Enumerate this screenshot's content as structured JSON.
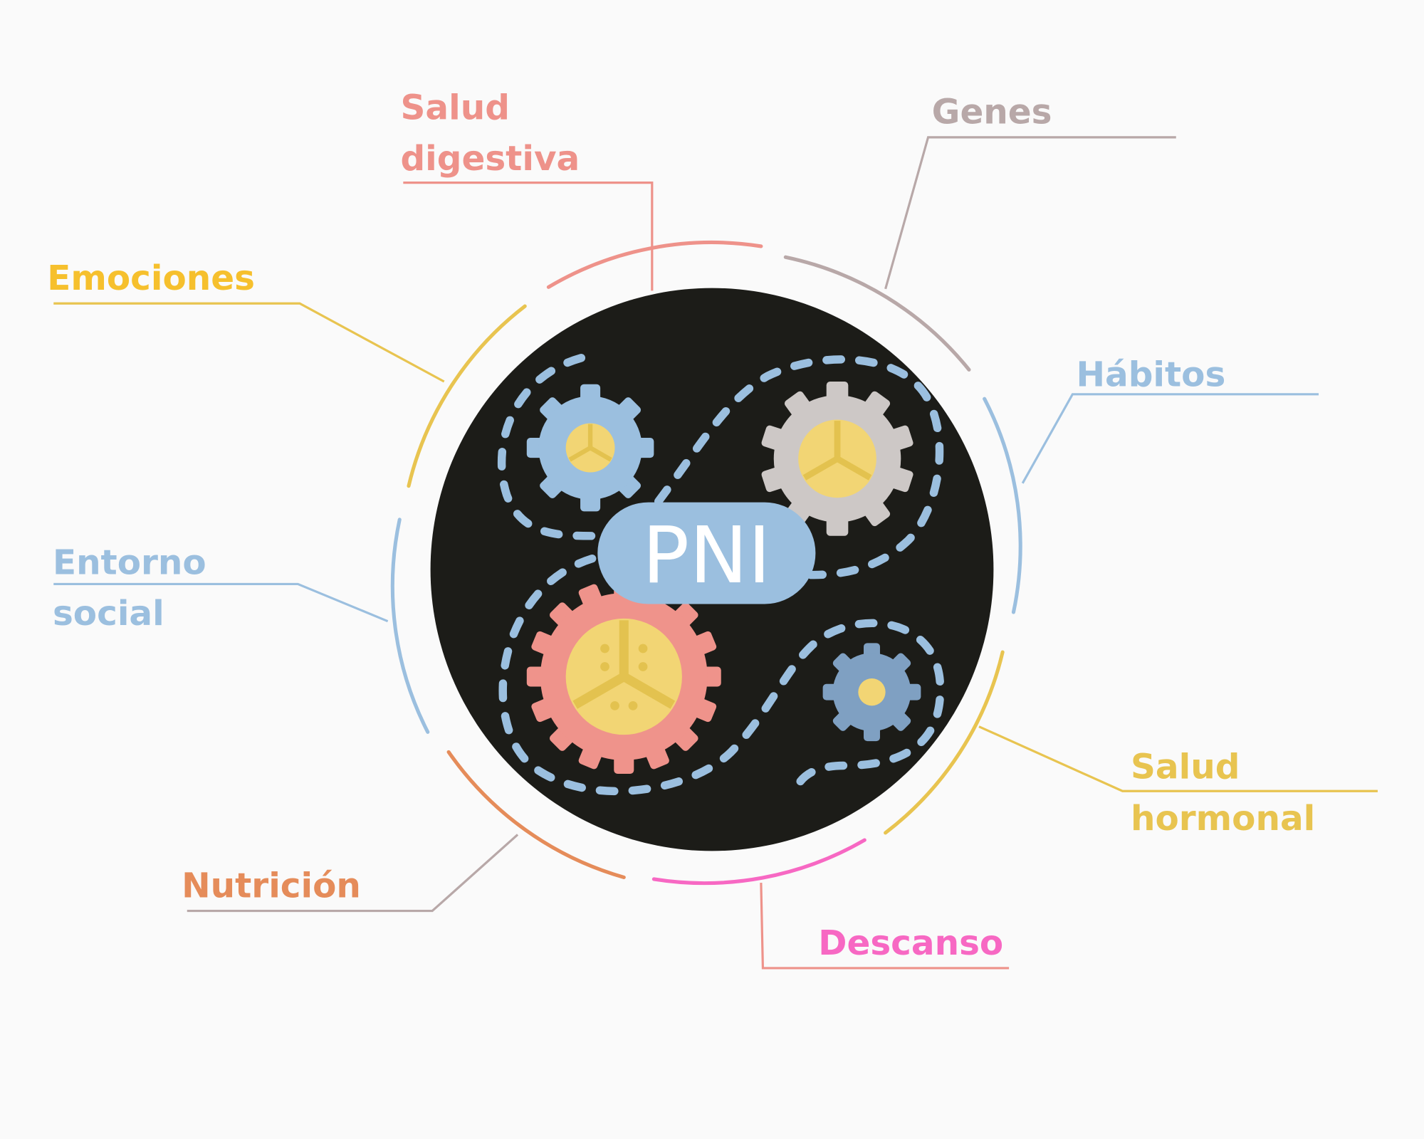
{
  "center": {
    "label": "PNI"
  },
  "nodes": [
    {
      "id": "salud-digestiva",
      "lines": [
        "Salud",
        "digestiva"
      ],
      "color": "#ee928a"
    },
    {
      "id": "genes",
      "lines": [
        "Genes"
      ],
      "color": "#b8a8a8"
    },
    {
      "id": "habitos",
      "lines": [
        "Hábitos"
      ],
      "color": "#9bbfdf"
    },
    {
      "id": "salud-hormonal",
      "lines": [
        "Salud",
        "hormonal"
      ],
      "color": "#e8c450"
    },
    {
      "id": "descanso",
      "lines": [
        "Descanso"
      ],
      "color": "#f768c3"
    },
    {
      "id": "nutricion",
      "lines": [
        "Nutrición"
      ],
      "color": "#e58c5a"
    },
    {
      "id": "entorno-social",
      "lines": [
        "Entorno",
        "social"
      ],
      "color": "#9bbfdf"
    },
    {
      "id": "emociones",
      "lines": [
        "Emociones"
      ],
      "color": "#f6c02d"
    }
  ],
  "colors": {
    "background": "#fafafa",
    "circle": "#1c1c18",
    "yellow": "#f2d574",
    "yellow_dark": "#e3c24f"
  }
}
